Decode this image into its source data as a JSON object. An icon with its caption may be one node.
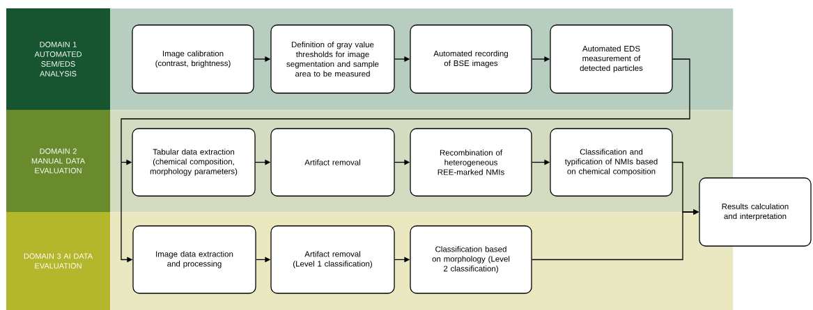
{
  "diagram": {
    "nodes": [
      {
        "text": [
          "DOMAIN 1 AUTOMATED SEM/EDS ANALYSIS"
        ]
      },
      {
        "text": [
          "Image calibration (contrast, brightness)"
        ],
        "in": 0
      },
      {
        "text": [
          "Definition of gray value thresholds for image segmentation and sample area to be measured"
        ],
        "in": 0
      },
      {
        "text": [
          "Automated recording of BSE images"
        ],
        "in": 0
      },
      {
        "text": [
          "Automated EDS measurement of detected particles"
        ],
        "in": 0
      },
      {
        "text": [
          "DOMAIN 2 MANUAL DATA EVALUATION"
        ]
      },
      {
        "text": [
          "Tabular data extraction (chemical composition, morphology parameters)"
        ],
        "in": 5
      },
      {
        "text": [
          "Artifact removal"
        ],
        "in": 5
      },
      {
        "text": [
          "Recombination of heterogeneous REE-marked NMIs"
        ],
        "in": 5
      },
      {
        "text": [
          "Classification and typification of NMIs based on chemical composition"
        ],
        "in": 5
      },
      {
        "text": [
          "DOMAIN 3 AI DATA EVALUATION"
        ]
      },
      {
        "text": [
          "Image data extraction and processing"
        ],
        "in": 10
      },
      {
        "text": [
          "Artifact removal (Level 1 classification)"
        ],
        "in": 10
      },
      {
        "text": [
          "Classification based on morphology (Level 2 classification)"
        ],
        "in": 10
      },
      {
        "text": [
          "Results calculation and interpretation"
        ]
      }
    ],
    "edges": [
      {
        "from": 1,
        "to": 2,
        "arrow": "to"
      },
      {
        "from": 2,
        "to": 3,
        "arrow": "to"
      },
      {
        "from": 3,
        "to": 4,
        "arrow": "to"
      },
      {
        "from": 4,
        "to": 6,
        "arrow": "to"
      },
      {
        "from": 4,
        "to": 11,
        "arrow": "to"
      },
      {
        "from": 6,
        "to": 7,
        "arrow": "to"
      },
      {
        "from": 7,
        "to": 8,
        "arrow": "to"
      },
      {
        "from": 8,
        "to": 9,
        "arrow": "to"
      },
      {
        "from": 9,
        "to": 14,
        "arrow": "to"
      },
      {
        "from": 11,
        "to": 12,
        "arrow": "to"
      },
      {
        "from": 12,
        "to": 13,
        "arrow": "to"
      },
      {
        "from": 13,
        "to": 14,
        "arrow": "to"
      }
    ]
  }
}
